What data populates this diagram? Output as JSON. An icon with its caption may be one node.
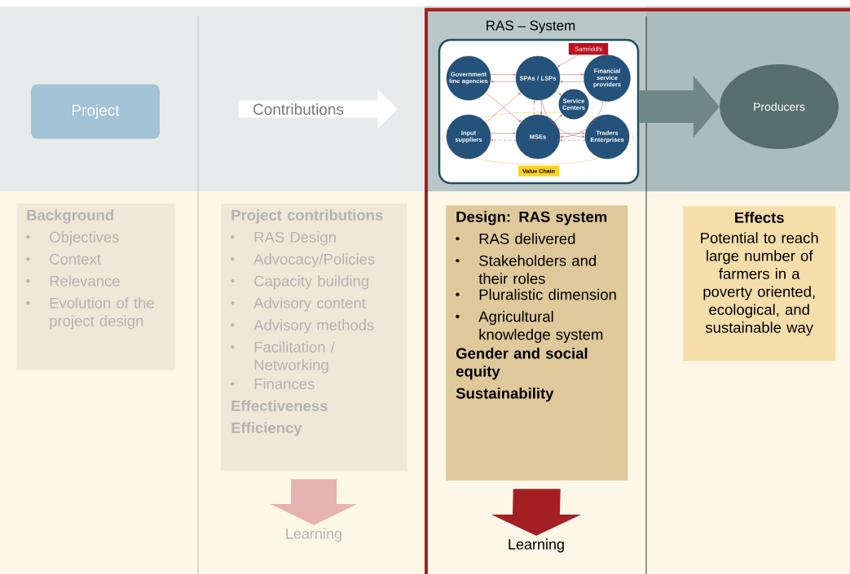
{
  "diagram": {
    "nodes": [
      {
        "text": [
          "Project"
        ]
      },
      {
        "text": [
          "Contributions"
        ]
      },
      {
        "text": [
          "RAS – System"
        ]
      },
      {
        "text": [
          "Government line agencies"
        ],
        "in": 2
      },
      {
        "text": [
          "SPAs / LSPs"
        ],
        "in": 2
      },
      {
        "text": [
          "Samriddhi"
        ],
        "in": 2
      },
      {
        "text": [
          "Financial service providers"
        ],
        "in": 2
      },
      {
        "text": [
          "Service Centers"
        ],
        "in": 2
      },
      {
        "text": [
          "Input suppliers"
        ],
        "in": 2
      },
      {
        "text": [
          "MSEs"
        ],
        "in": 2
      },
      {
        "text": [
          "Traders Enterprises"
        ],
        "in": 2
      },
      {
        "text": [
          "Value Chain"
        ],
        "in": 2
      },
      {
        "text": [
          "Producers"
        ]
      },
      {
        "text": [
          "Background",
          "Objectives",
          "Context",
          "Relevance",
          "Evolution of the project design"
        ]
      },
      {
        "text": [
          "Project contributions",
          "RAS Design",
          "Advocacy/Policies",
          "Capacity building",
          "Advisory content",
          "Advisory methods",
          "Facilitation / Networking",
          "Finances",
          "Effectiveness",
          "Efficiency"
        ]
      },
      {
        "text": [
          "Learning"
        ]
      },
      {
        "text": [
          "Design: RAS system",
          "RAS delivered",
          "Stakeholders and their roles",
          "Pluralistic dimension",
          "Agricultural knowledge system",
          "Gender and social equity",
          "Sustainability"
        ]
      },
      {
        "text": [
          "Learning"
        ]
      },
      {
        "text": [
          "Effects",
          "Potential to reach large number of farmers in a poverty oriented, ecological, and sustainable way"
        ]
      }
    ],
    "edges": [
      {
        "from": 2,
        "to": 12,
        "arrow": "to",
        "style": "thick",
        "color": "#6f8886"
      },
      {
        "from": 14,
        "to": 15,
        "arrow": "to",
        "style": "thick",
        "color": "#e6b2b2"
      },
      {
        "from": 16,
        "to": 17,
        "arrow": "to",
        "style": "thick",
        "color": "#a31f24"
      },
      {
        "from": 3,
        "to": 4,
        "arrow": "to"
      },
      {
        "from": 4,
        "to": 3,
        "arrow": "to"
      },
      {
        "from": 5,
        "to": 4,
        "arrow": "to"
      },
      {
        "from": 6,
        "to": 4,
        "arrow": "to"
      },
      {
        "from": 4,
        "to": 6,
        "arrow": "to"
      },
      {
        "from": 4,
        "to": 7,
        "arrow": "to"
      },
      {
        "from": 3,
        "to": 9,
        "arrow": "to"
      },
      {
        "from": 8,
        "to": 4,
        "arrow": "to"
      },
      {
        "from": 4,
        "to": 9,
        "arrow": "to"
      },
      {
        "from": 9,
        "to": 4,
        "arrow": "to",
        "style": "dashed"
      },
      {
        "from": 9,
        "to": 7,
        "arrow": "to"
      },
      {
        "from": 6,
        "to": 9,
        "arrow": "to"
      },
      {
        "from": 4,
        "to": 10,
        "arrow": "to"
      },
      {
        "from": 8,
        "to": 9,
        "arrow": "to"
      },
      {
        "from": 9,
        "to": 8,
        "arrow": "to",
        "style": "dashed"
      },
      {
        "from": 9,
        "to": 10,
        "arrow": "to"
      },
      {
        "from": 10,
        "to": 9,
        "arrow": "to",
        "style": "dashed"
      }
    ]
  }
}
